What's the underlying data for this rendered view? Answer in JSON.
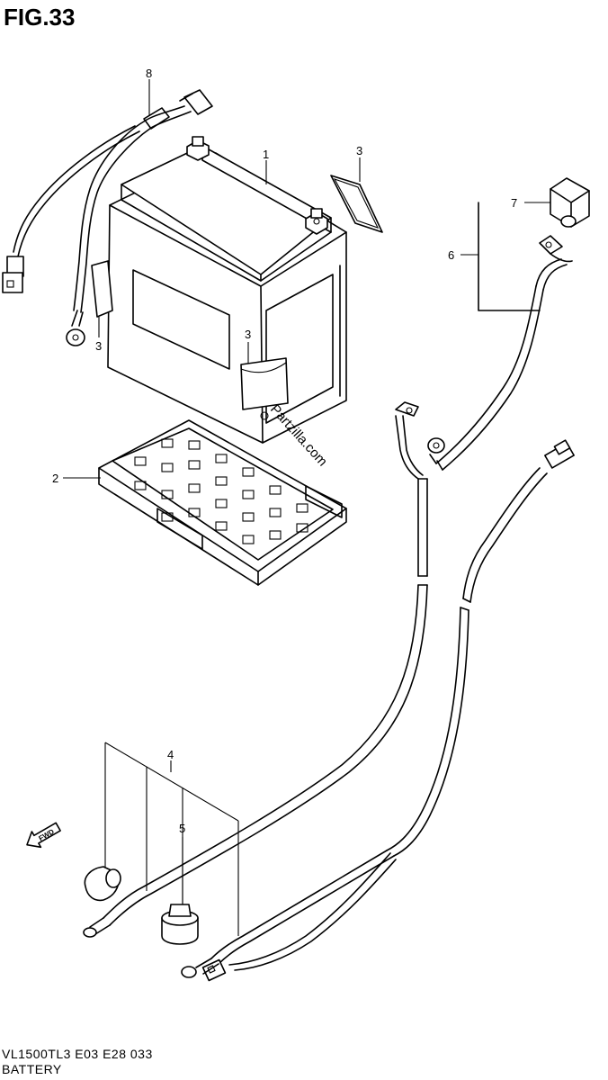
{
  "figure": {
    "title": "FIG.33",
    "model_code": "VL1500TL3  E03  E28  033",
    "section_name": "BATTERY",
    "watermark": "Partzilla.com"
  },
  "callouts": {
    "battery": "1",
    "battery_tray": "2",
    "battery_label_top": "3",
    "battery_label_left": "3",
    "battery_label_front": "3",
    "wiring_harness_group": "4",
    "terminal_cap": "5",
    "starter_cable_group": "6",
    "starter_cable_cover": "7",
    "battery_negative_cable": "8"
  },
  "icons": {
    "fwd_arrow": "front-direction-arrow-icon"
  },
  "fwd_label": "FWD"
}
